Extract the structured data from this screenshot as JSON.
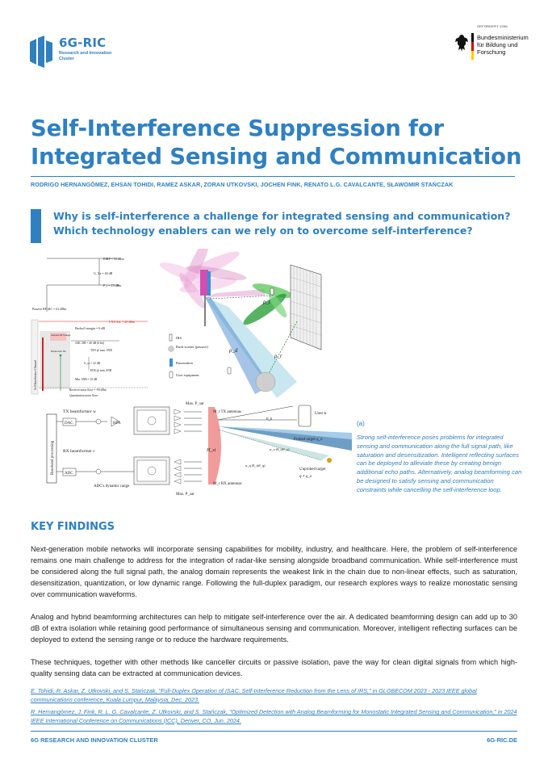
{
  "header": {
    "logo_title": "6G-RIC",
    "logo_subtitle": "Research and Innovation Cluster",
    "sponsor_label": "GEFÖRDERT VOM",
    "sponsor_name": "Bundesministerium für Bildung und Forschung",
    "flag_colors": [
      "#000000",
      "#dd0000",
      "#ffcc00"
    ]
  },
  "title": "Self-Interference Suppression for Integrated Sensing and Communication",
  "authors": "RODRIGO HERNANGÓMEZ, EHSAN TOHIDI, RAMEZ ASKAR, ZORAN UTKOVSKI, JOCHEN FINK, RENATO L.G. CAVALCANTE, SŁAWOMIR STAŃCZAK",
  "question": "Why is self-interference a challenge for integrated sensing and communication? Which technology enablers can we rely on to overcome self-interference?",
  "figure": {
    "power_budget": {
      "eirp": "EIRP = 53 dBm",
      "gtx": "G_Tx = 40 dB",
      "pt": "P_t = 15 dBm",
      "passive_sic": "Passive RF SIC = 61 dBm",
      "lna": "LNA Sat. = 40 dBm",
      "backoff": "Backoff margin = 6 dB",
      "adc_dr": "ADC DR = 40 dB (6 bit)",
      "tsn": "TSN @ max. SNR",
      "gcs": "G_cs = 22 dB",
      "eds": "EDS @ min. SNR",
      "min_snr": "Min. SNR = 10 dB",
      "rx_noise": "Receiver noise floor = -90 dBm",
      "quant_noise": "Quantization noise floor",
      "si_channel": "Self-Interference Channel",
      "leakage": "Antenna RF leakage",
      "backscatter": "Backscatter SIC"
    },
    "legend": {
      "irs": "IRS",
      "backscatter": "Back-scatter (passive)",
      "basestation": "Basestation",
      "user": "User equipment"
    },
    "block_diagram": {
      "tx_beamformer": "TX beamformer w",
      "dac": "DAC",
      "hpa": "HPA",
      "rx_beamformer": "RX beamformer c",
      "adc": "ADC",
      "baseband": "Baseband processing",
      "adc_range": "ADC's dynamic range",
      "max_psat_top": "Max. P_sat",
      "max_psat_bottom": "Max. P_sat",
      "mt_tx": "M_t TX antennas",
      "mr_rx": "M_r RX antennas",
      "hsi": "H_si",
      "hk": "h_k",
      "user_k": "User k",
      "probed": "Probed target q_o",
      "unprobed": "Unprobed target",
      "q_neq": "q ≠ q_o",
      "alpha_o": "α_o H_t(θ_o)",
      "alpha_q": "α_q H_t(θ_q)"
    },
    "rho_labels": [
      "ρ_t",
      "ρ_d",
      "ρ_r"
    ]
  },
  "caption_label": "(a)",
  "caption": "Strong self-interference poses problems for integrated sensing and communication along the full signal path, like saturation and desensitization. Intelligent reflecting surfaces can be deployed to alleviate these by creating benign additional echo paths. Alternatively, analog beamforming can be designed to satisfy sensing and communication constraints while cancelling the self-interference loop.",
  "key_findings": {
    "heading": "KEY FINDINGS",
    "paragraphs": [
      "Next-generation mobile networks will incorporate sensing capabilities for mobility, industry, and healthcare. Here, the problem of self-interference remains one main challenge to address for the integration of radar-like sensing alongside broadband communication. While self-interference must be considered along the full signal path, the analog domain represents the weakest link in the chain due to non-linear effects, such as saturation, desensitization, quantization, or low dynamic range. Following the full-duplex paradigm, our research explores ways to realize monostatic sensing over communication waveforms.",
      "Analog and hybrid beamforming architectures can help to mitigate self-interference over the air. A dedicated beamforming design can add up to 30 dB of extra isolation while retaining good performance of simultaneous sensing and communication. Moreover, intelligent reflecting surfaces can be deployed to extend the sensing range or to reduce the hardware requirements.",
      "These techniques, together with other methods like canceller circuits or passive isolation, pave the way for clean digital signals from which high-quality sensing data can be extracted at communication devices."
    ]
  },
  "references": [
    "E. Tohidi, R. Askar, Z. Utkovski, and S. Stańczak, \"Full-Duplex Operation of ISAC: Self-Interference Reduction from the Lens of IRS,\" in GLOBECOM 2023 - 2023 IEEE global communications conference, Kuala Lumpur, Malaysia, Dec. 2023.",
    "R. Hernangómez, J. Fink, R. L. G. Cavalcante, Z. Utkovski, and S. Stańczak, \"Optimized Detection with Analog Beamforming for Monostatic Integrated Sensing and Communication,\" in 2024 IEEE International Conference on Communications (ICC), Denver, CO, Jun. 2024."
  ],
  "footer": {
    "left": "6G RESEARCH AND INNOVATION CLUSTER",
    "right": "6G-RIC.DE"
  },
  "colors": {
    "accent": "#2e80c2",
    "text": "#222222"
  }
}
